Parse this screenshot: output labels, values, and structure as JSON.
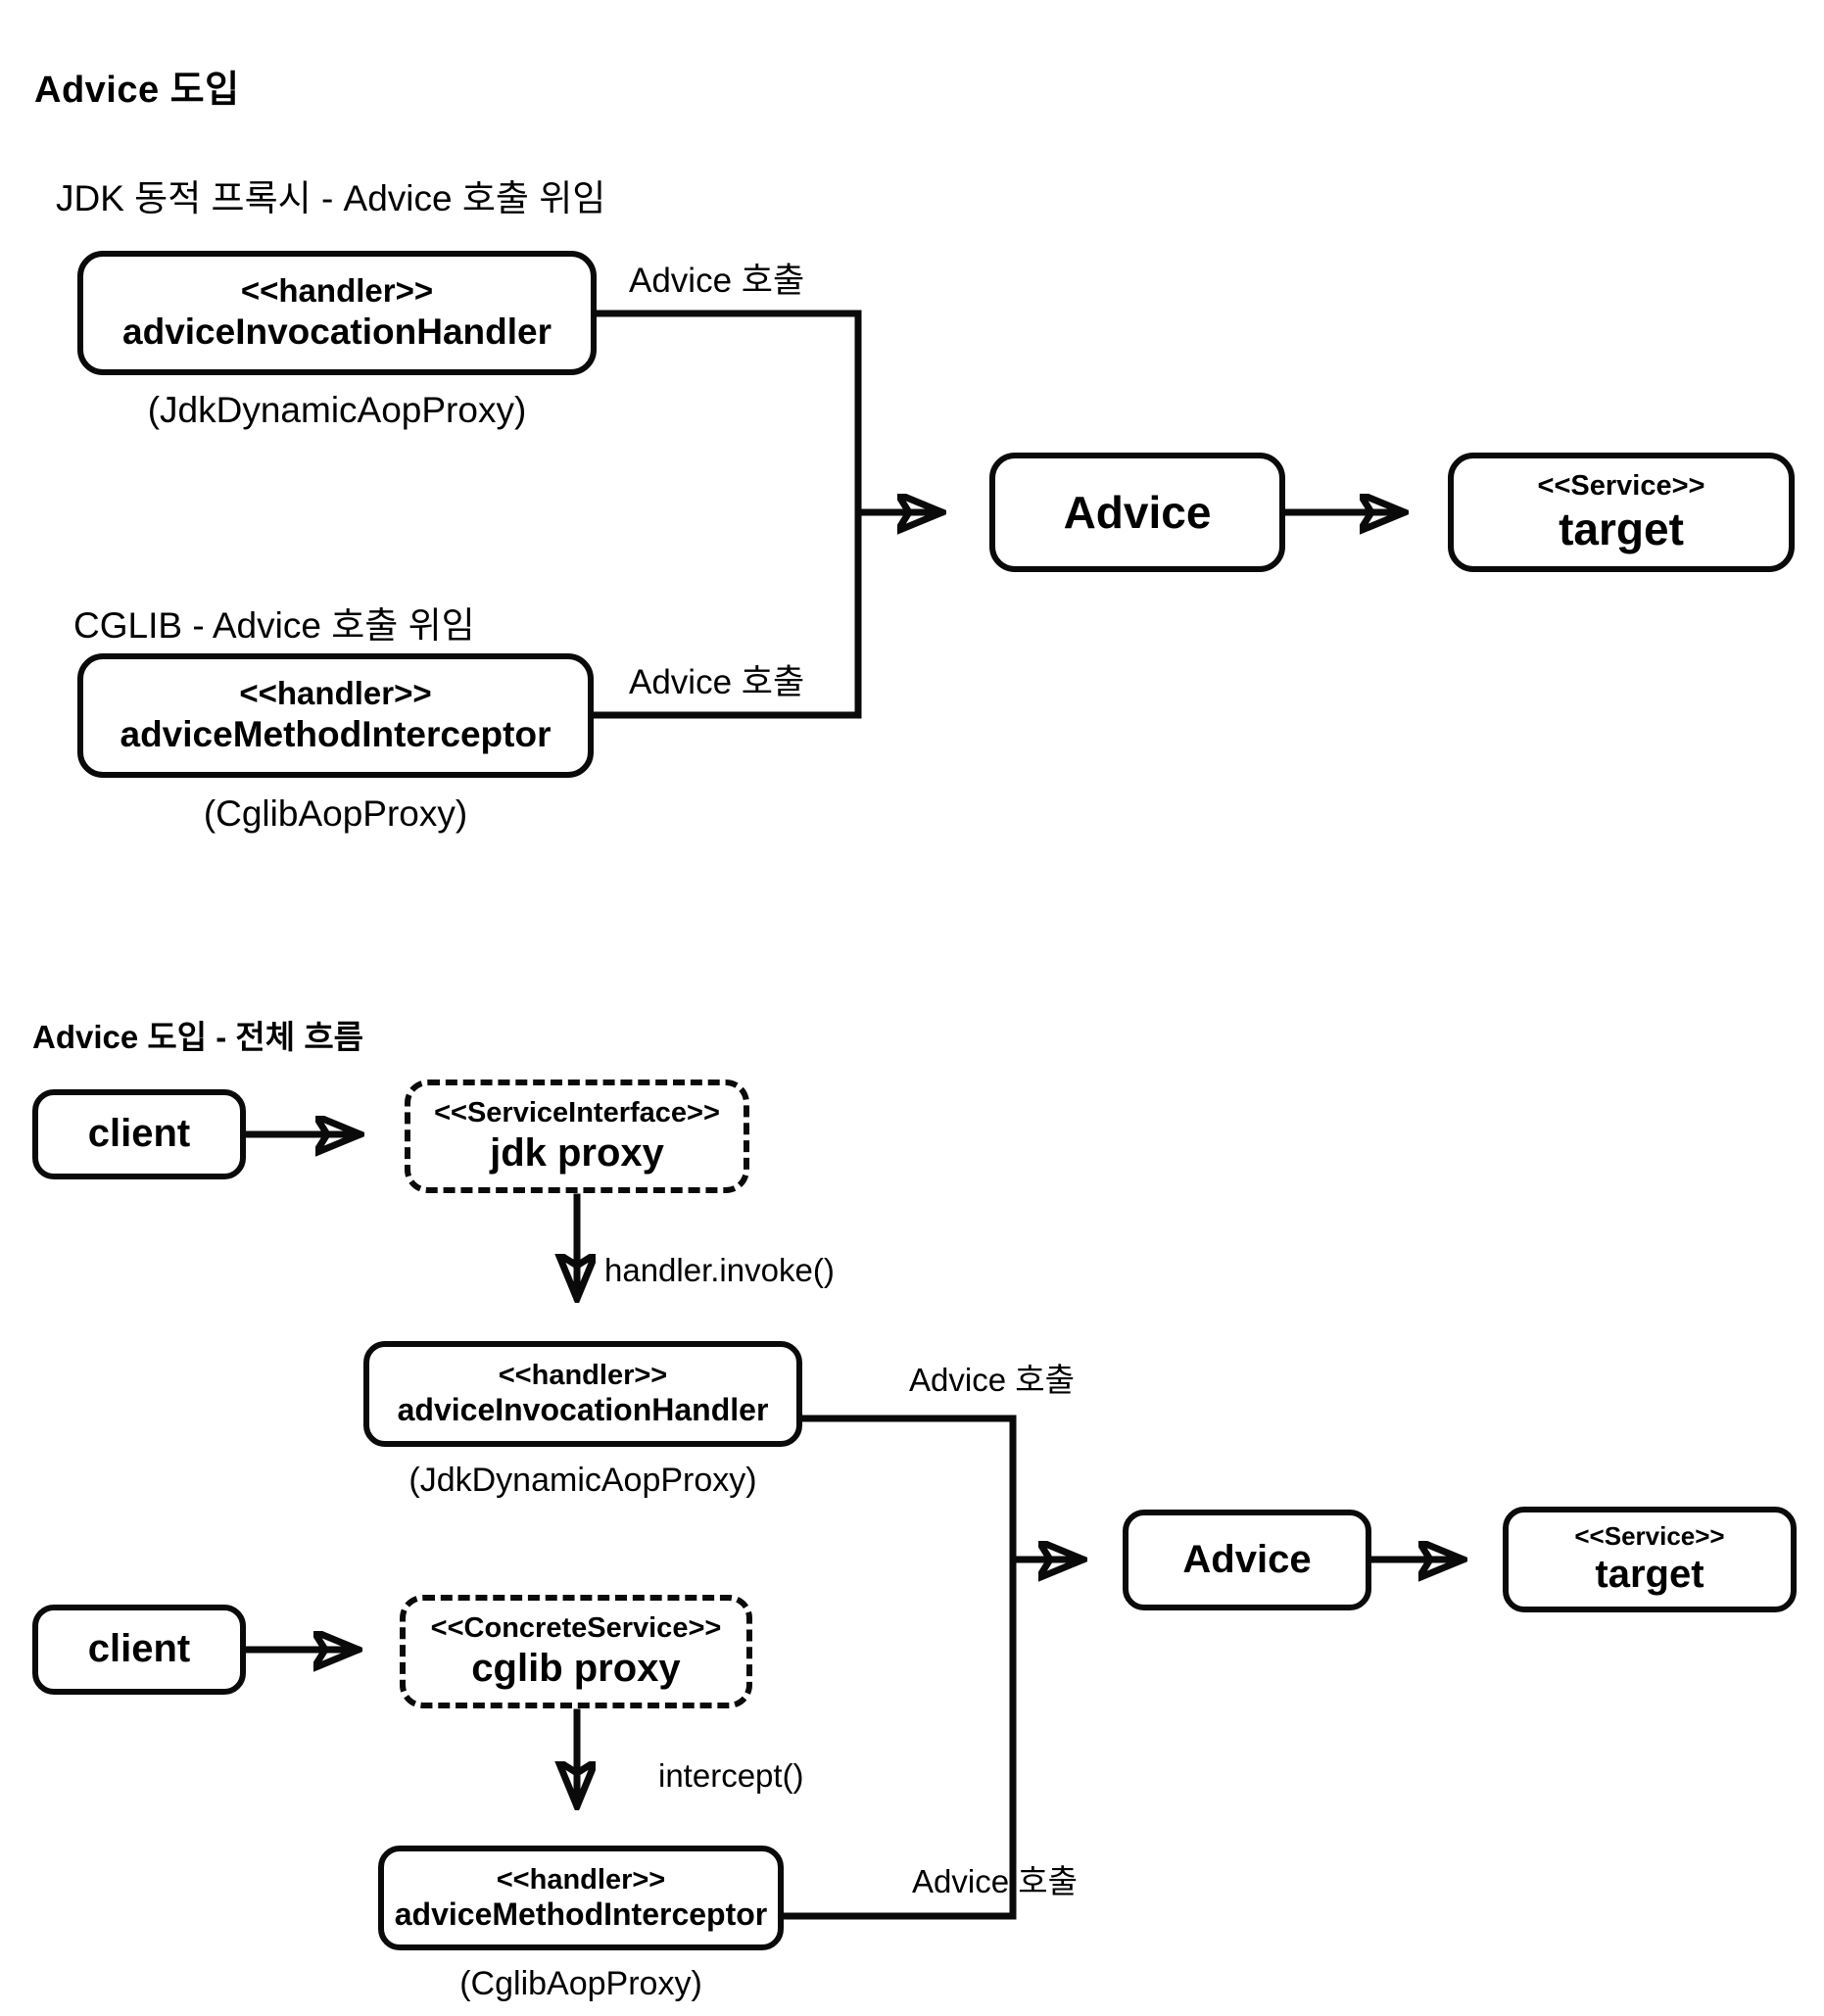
{
  "page": {
    "background": "#ffffff",
    "ink_color": "#0a0a0a"
  },
  "section_top": {
    "title": "Advice 도입",
    "jdk": {
      "subtitle": "JDK 동적 프록시 -  Advice 호출 위임",
      "box": {
        "stereotype": "<<handler>>",
        "name": "adviceInvocationHandler"
      },
      "caption": "(JdkDynamicAopProxy)",
      "arrow_label": "Advice 호출"
    },
    "cglib": {
      "subtitle": "CGLIB - Advice 호출 위임",
      "box": {
        "stereotype": "<<handler>>",
        "name": "adviceMethodInterceptor"
      },
      "caption": "(CglibAopProxy)",
      "arrow_label": "Advice 호출"
    },
    "advice_box": {
      "label": "Advice"
    },
    "target_box": {
      "stereotype": "<<Service>>",
      "name": "target"
    }
  },
  "section_flow": {
    "title": "Advice 도입 - 전체 흐름",
    "jdk_flow": {
      "client_label": "client",
      "proxy_box": {
        "stereotype": "<<ServiceInterface>>",
        "name": "jdk proxy"
      },
      "invoke_label": "handler.invoke()",
      "handler_box": {
        "stereotype": "<<handler>>",
        "name": "adviceInvocationHandler"
      },
      "caption": "(JdkDynamicAopProxy)",
      "arrow_label": "Advice 호출"
    },
    "cglib_flow": {
      "client_label": "client",
      "proxy_box": {
        "stereotype": "<<ConcreteService>>",
        "name": "cglib proxy"
      },
      "intercept_label": "intercept()",
      "handler_box": {
        "stereotype": "<<handler>>",
        "name": "adviceMethodInterceptor"
      },
      "caption": "(CglibAopProxy)",
      "arrow_label": "Advice 호출"
    },
    "advice_box": {
      "label": "Advice"
    },
    "target_box": {
      "stereotype": "<<Service>>",
      "name": "target"
    }
  }
}
